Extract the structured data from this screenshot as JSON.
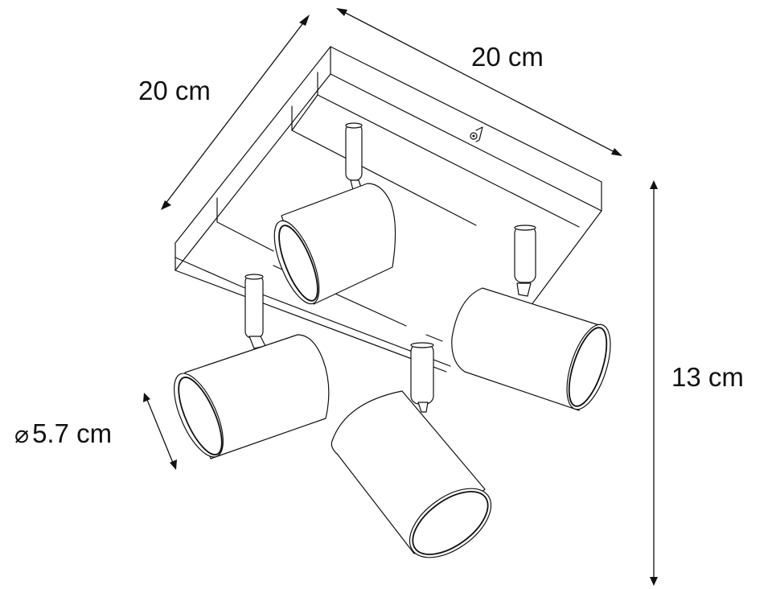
{
  "diagram": {
    "subject": "Square ceiling plate with four adjustable cylindrical spotlights",
    "colors": {
      "line": "#111111",
      "background": "#ffffff"
    },
    "dimensions": {
      "width": {
        "value": "20 cm",
        "direction": "along back edge"
      },
      "depth": {
        "value": "20 cm",
        "direction": "along left edge"
      },
      "height": {
        "value": "13 cm",
        "direction": "vertical overall height"
      },
      "diameter": {
        "symbol": "⌀",
        "value": "5.7 cm",
        "applies_to": "spotlight shade"
      }
    },
    "components": [
      {
        "name": "ceiling-plate",
        "shape": "square box"
      },
      {
        "name": "spotlight-back",
        "shape": "cylinder"
      },
      {
        "name": "spotlight-right",
        "shape": "cylinder"
      },
      {
        "name": "spotlight-left",
        "shape": "cylinder"
      },
      {
        "name": "spotlight-front",
        "shape": "cylinder"
      },
      {
        "name": "mounting-screw",
        "shape": "screw"
      }
    ]
  }
}
